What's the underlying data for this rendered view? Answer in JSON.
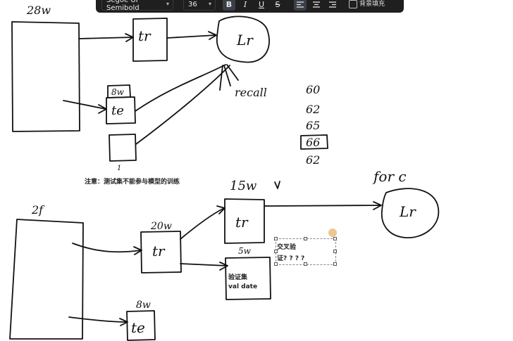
{
  "toolbar": {
    "font_name": "Segoe UI Semibold",
    "font_size": "36",
    "bold_label": "B",
    "italic_label": "I",
    "underline_label": "U",
    "strike_label": "S",
    "fill_label": "背景填充",
    "fill_checked": false
  },
  "annotations": {
    "note": "注意：测试集不能参与模型的训练",
    "val_title": "验证集",
    "val_subtitle": "val date",
    "textbox_line1": "交叉验",
    "textbox_line2": "证? ? ? ?"
  },
  "handwriting": {
    "top_total": "28w",
    "top_tr": "tr",
    "top_lr": "Lr",
    "recall": "recall",
    "top_8w": "8w",
    "top_te": "te",
    "top_one": "1",
    "scores": [
      "60",
      "62",
      "65",
      "66",
      "62"
    ],
    "bottom_total": "2f",
    "bottom_20w": "20w",
    "bottom_tr": "tr",
    "bottom_15w": "15w",
    "bottom_tr2": "tr",
    "bottom_5w": "5w",
    "for_c": "for c",
    "bottom_lr": "Lr",
    "bottom_8w": "8w",
    "bottom_te": "te"
  }
}
